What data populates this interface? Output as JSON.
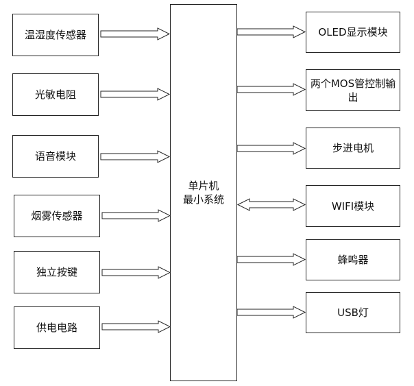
{
  "center": {
    "label": "单片机\n最小系统"
  },
  "inputs": [
    {
      "label": "温湿度传感器"
    },
    {
      "label": "光敏电阻"
    },
    {
      "label": "语音模块"
    },
    {
      "label": "烟雾传感器"
    },
    {
      "label": "独立按键"
    },
    {
      "label": "供电电路"
    }
  ],
  "outputs": [
    {
      "label": "OLED显示模块"
    },
    {
      "label": "两个MOS管控制输出"
    },
    {
      "label": "步进电机"
    },
    {
      "label": "WIFI模块"
    },
    {
      "label": "蜂鸣器"
    },
    {
      "label": "USB灯"
    }
  ]
}
